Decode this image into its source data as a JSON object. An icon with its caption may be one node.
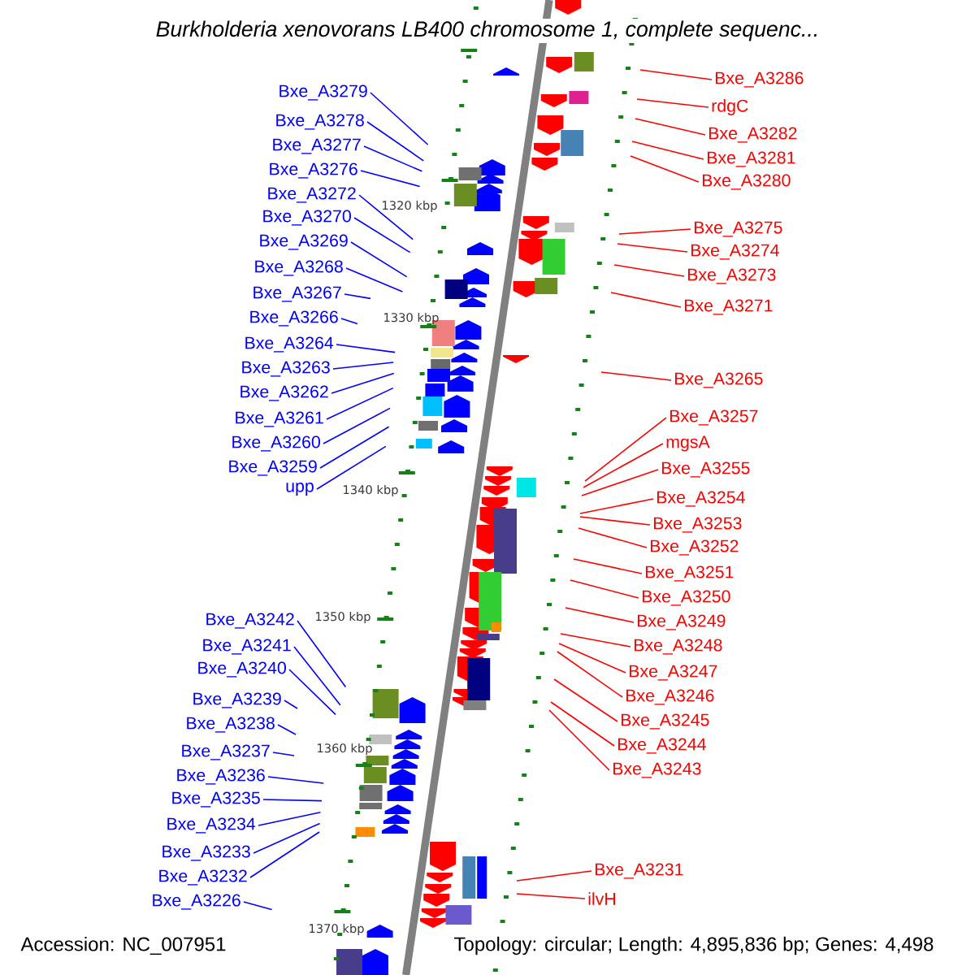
{
  "diagram": {
    "title": "*Burkholderia xenovorans* LB400 chromosome 1, complete sequenc...",
    "nodes": [
      {
        "text": [
          "Bxe_A3279"
        ]
      },
      {
        "text": [
          "Bxe_A3278"
        ]
      },
      {
        "text": [
          "Bxe_A3277"
        ]
      },
      {
        "text": [
          "Bxe_A3276"
        ]
      },
      {
        "text": [
          "Bxe_A3272"
        ]
      },
      {
        "text": [
          "Bxe_A3270"
        ]
      },
      {
        "text": [
          "Bxe_A3269"
        ]
      },
      {
        "text": [
          "Bxe_A3268"
        ]
      },
      {
        "text": [
          "Bxe_A3267"
        ]
      },
      {
        "text": [
          "Bxe_A3266"
        ]
      },
      {
        "text": [
          "Bxe_A3264"
        ]
      },
      {
        "text": [
          "Bxe_A3263"
        ]
      },
      {
        "text": [
          "Bxe_A3262"
        ]
      },
      {
        "text": [
          "Bxe_A3261"
        ]
      },
      {
        "text": [
          "Bxe_A3260"
        ]
      },
      {
        "text": [
          "Bxe_A3259"
        ]
      },
      {
        "text": [
          "upp"
        ]
      },
      {
        "text": [
          "Bxe_A3242"
        ]
      },
      {
        "text": [
          "Bxe_A3241"
        ]
      },
      {
        "text": [
          "Bxe_A3240"
        ]
      },
      {
        "text": [
          "Bxe_A3239"
        ]
      },
      {
        "text": [
          "Bxe_A3238"
        ]
      },
      {
        "text": [
          "Bxe_A3237"
        ]
      },
      {
        "text": [
          "Bxe_A3236"
        ]
      },
      {
        "text": [
          "Bxe_A3235"
        ]
      },
      {
        "text": [
          "Bxe_A3234"
        ]
      },
      {
        "text": [
          "Bxe_A3233"
        ]
      },
      {
        "text": [
          "Bxe_A3232"
        ]
      },
      {
        "text": [
          "Bxe_A3226"
        ]
      },
      {
        "text": [
          "Bxe_A3286"
        ]
      },
      {
        "text": [
          "rdgC"
        ]
      },
      {
        "text": [
          "Bxe_A3282"
        ]
      },
      {
        "text": [
          "Bxe_A3281"
        ]
      },
      {
        "text": [
          "Bxe_A3280"
        ]
      },
      {
        "text": [
          "Bxe_A3275"
        ]
      },
      {
        "text": [
          "Bxe_A3274"
        ]
      },
      {
        "text": [
          "Bxe_A3273"
        ]
      },
      {
        "text": [
          "Bxe_A3271"
        ]
      },
      {
        "text": [
          "Bxe_A3265"
        ]
      },
      {
        "text": [
          "Bxe_A3257"
        ]
      },
      {
        "text": [
          "mgsA"
        ]
      },
      {
        "text": [
          "Bxe_A3255"
        ]
      },
      {
        "text": [
          "Bxe_A3254"
        ]
      },
      {
        "text": [
          "Bxe_A3253"
        ]
      },
      {
        "text": [
          "Bxe_A3252"
        ]
      },
      {
        "text": [
          "Bxe_A3251"
        ]
      },
      {
        "text": [
          "Bxe_A3250"
        ]
      },
      {
        "text": [
          "Bxe_A3249"
        ]
      },
      {
        "text": [
          "Bxe_A3248"
        ]
      },
      {
        "text": [
          "Bxe_A3247"
        ]
      },
      {
        "text": [
          "Bxe_A3246"
        ]
      },
      {
        "text": [
          "Bxe_A3245"
        ]
      },
      {
        "text": [
          "Bxe_A3244"
        ]
      },
      {
        "text": [
          "Bxe_A3243"
        ]
      },
      {
        "text": [
          "Bxe_A3231"
        ]
      },
      {
        "text": [
          "ilvH"
        ]
      }
    ],
    "edges": [
      {
        "from": 0,
        "to": null,
        "arrow": "none"
      },
      {
        "from": 1,
        "to": null,
        "arrow": "none"
      },
      {
        "from": 2,
        "to": null,
        "arrow": "none"
      },
      {
        "from": 3,
        "to": null,
        "arrow": "none"
      },
      {
        "from": 4,
        "to": null,
        "arrow": "none"
      },
      {
        "from": 5,
        "to": null,
        "arrow": "none"
      },
      {
        "from": 6,
        "to": null,
        "arrow": "none"
      },
      {
        "from": 7,
        "to": null,
        "arrow": "none"
      },
      {
        "from": 8,
        "to": null,
        "arrow": "none"
      },
      {
        "from": 9,
        "to": null,
        "arrow": "none"
      },
      {
        "from": 10,
        "to": null,
        "arrow": "none"
      },
      {
        "from": 11,
        "to": null,
        "arrow": "none"
      },
      {
        "from": 12,
        "to": null,
        "arrow": "none"
      },
      {
        "from": 13,
        "to": null,
        "arrow": "none"
      },
      {
        "from": 14,
        "to": null,
        "arrow": "none"
      },
      {
        "from": 15,
        "to": null,
        "arrow": "none"
      },
      {
        "from": 16,
        "to": null,
        "arrow": "none"
      },
      {
        "from": 17,
        "to": null,
        "arrow": "none"
      },
      {
        "from": 18,
        "to": null,
        "arrow": "none"
      },
      {
        "from": 19,
        "to": null,
        "arrow": "none"
      },
      {
        "from": 20,
        "to": null,
        "arrow": "none"
      },
      {
        "from": 21,
        "to": null,
        "arrow": "none"
      },
      {
        "from": 22,
        "to": null,
        "arrow": "none"
      },
      {
        "from": 23,
        "to": null,
        "arrow": "none"
      },
      {
        "from": 24,
        "to": null,
        "arrow": "none"
      },
      {
        "from": 25,
        "to": null,
        "arrow": "none"
      },
      {
        "from": 26,
        "to": null,
        "arrow": "none"
      },
      {
        "from": 27,
        "to": null,
        "arrow": "none"
      },
      {
        "from": 28,
        "to": null,
        "arrow": "none"
      },
      {
        "from": 29,
        "to": null,
        "arrow": "none",
        "color": "#ff0000"
      },
      {
        "from": 30,
        "to": null,
        "arrow": "none",
        "color": "#ff0000"
      },
      {
        "from": 31,
        "to": null,
        "arrow": "none",
        "color": "#ff0000"
      },
      {
        "from": 32,
        "to": null,
        "arrow": "none",
        "color": "#ff0000"
      },
      {
        "from": 33,
        "to": null,
        "arrow": "none",
        "color": "#ff0000"
      },
      {
        "from": 34,
        "to": null,
        "arrow": "none",
        "color": "#ff0000"
      },
      {
        "from": 35,
        "to": null,
        "arrow": "none",
        "color": "#ff0000"
      },
      {
        "from": 36,
        "to": null,
        "arrow": "none",
        "color": "#ff0000"
      },
      {
        "from": 37,
        "to": null,
        "arrow": "none",
        "color": "#ff0000"
      },
      {
        "from": 38,
        "to": null,
        "arrow": "none",
        "color": "#ff0000"
      },
      {
        "from": 39,
        "to": null,
        "arrow": "none",
        "color": "#ff0000"
      },
      {
        "from": 40,
        "to": null,
        "arrow": "none",
        "color": "#ff0000"
      },
      {
        "from": 41,
        "to": null,
        "arrow": "none",
        "color": "#ff0000"
      },
      {
        "from": 42,
        "to": null,
        "arrow": "none",
        "color": "#ff0000"
      },
      {
        "from": 43,
        "to": null,
        "arrow": "none",
        "color": "#ff0000"
      },
      {
        "from": 44,
        "to": null,
        "arrow": "none",
        "color": "#ff0000"
      },
      {
        "from": 45,
        "to": null,
        "arrow": "none",
        "color": "#ff0000"
      },
      {
        "from": 46,
        "to": null,
        "arrow": "none",
        "color": "#ff0000"
      },
      {
        "from": 47,
        "to": null,
        "arrow": "none",
        "color": "#ff0000"
      },
      {
        "from": 48,
        "to": null,
        "arrow": "none",
        "color": "#ff0000"
      },
      {
        "from": 49,
        "to": null,
        "arrow": "none",
        "color": "#ff0000"
      },
      {
        "from": 50,
        "to": null,
        "arrow": "none",
        "color": "#ff0000"
      },
      {
        "from": 51,
        "to": null,
        "arrow": "none",
        "color": "#ff0000"
      },
      {
        "from": 52,
        "to": null,
        "arrow": "none",
        "color": "#ff0000"
      },
      {
        "from": 53,
        "to": null,
        "arrow": "none",
        "color": "#ff0000"
      },
      {
        "from": 54,
        "to": null,
        "arrow": "none",
        "color": "#ff0000"
      },
      {
        "from": 55,
        "to": null,
        "arrow": "none",
        "color": "#ff0000"
      }
    ],
    "labels": [
      "1320 kbp",
      "1330 kbp",
      "1340 kbp",
      "1350 kbp",
      "1360 kbp",
      "1370 kbp",
      "Accession: NC_007951",
      "Topology: circular; Length: 4,895,836 bp; Genes: 4,498"
    ]
  }
}
